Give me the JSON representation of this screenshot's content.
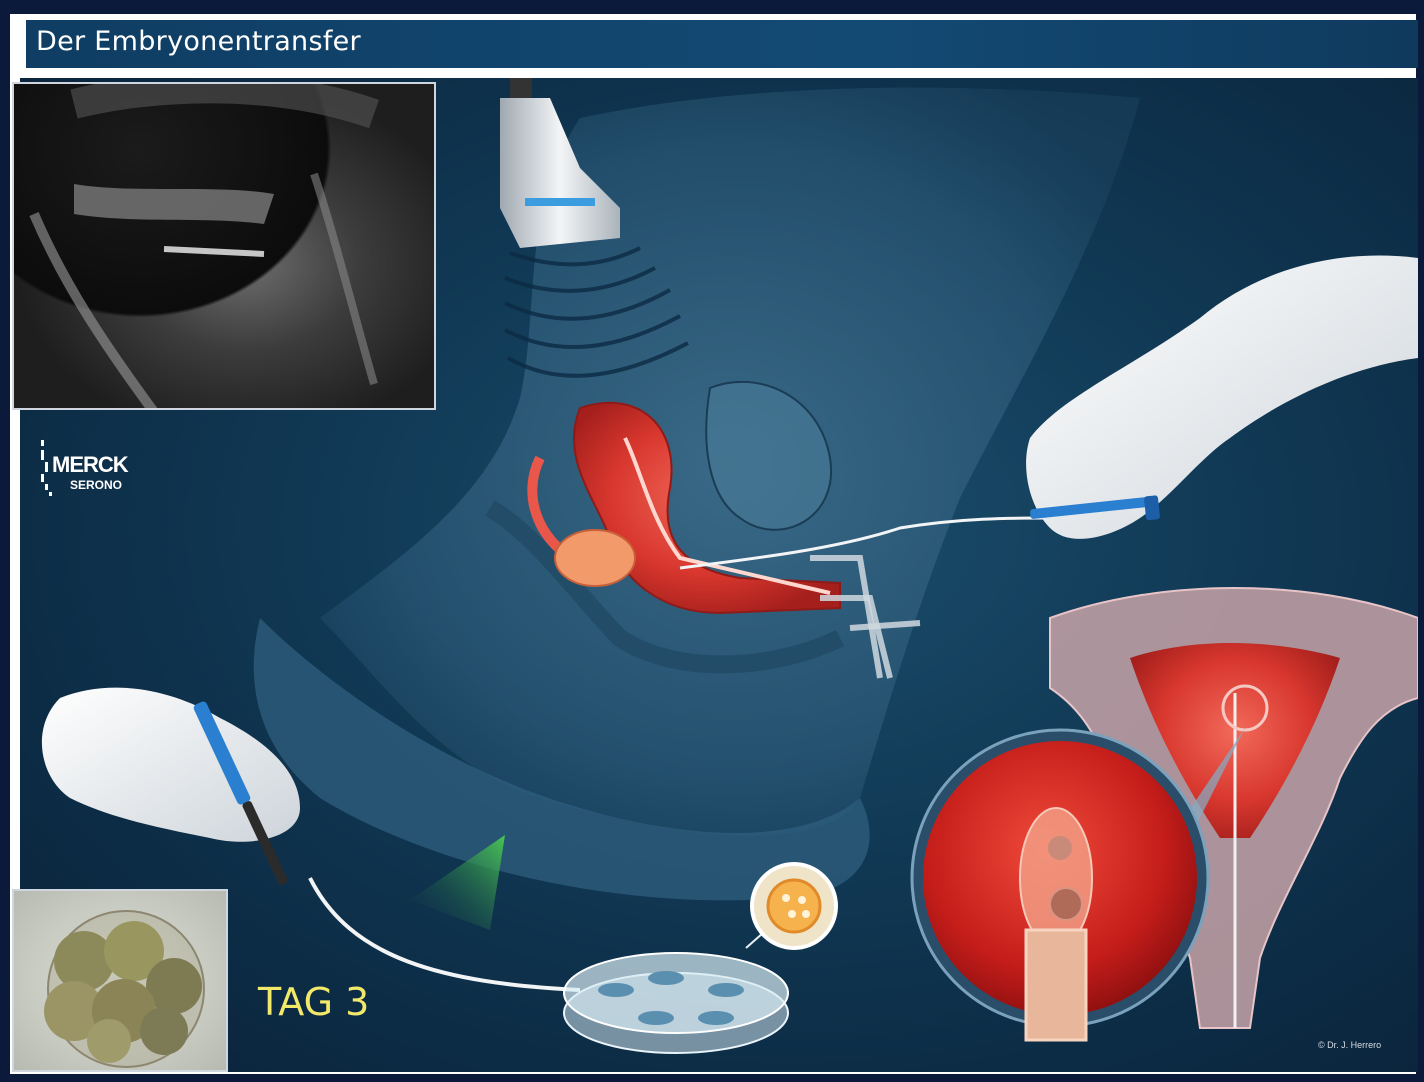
{
  "title": "Der Embryonentransfer",
  "logo": {
    "name": "MERCK",
    "subname": "SERONO"
  },
  "day_label": "TAG 3",
  "credit": "© Dr. J. Herrero",
  "colors": {
    "background_frame": "#0b1a3b",
    "title_bar": "#134a74",
    "scene": "#113a56",
    "uterus": "#e8574a",
    "day_label": "#f2e86a",
    "glove": "#f4f6f8",
    "syringe": "#2a7fd0",
    "triangle": "#3fbf4a"
  },
  "icons": [
    "ultrasound-probe-icon",
    "syringe-icon",
    "petri-dish-icon",
    "magnifier-icon"
  ]
}
